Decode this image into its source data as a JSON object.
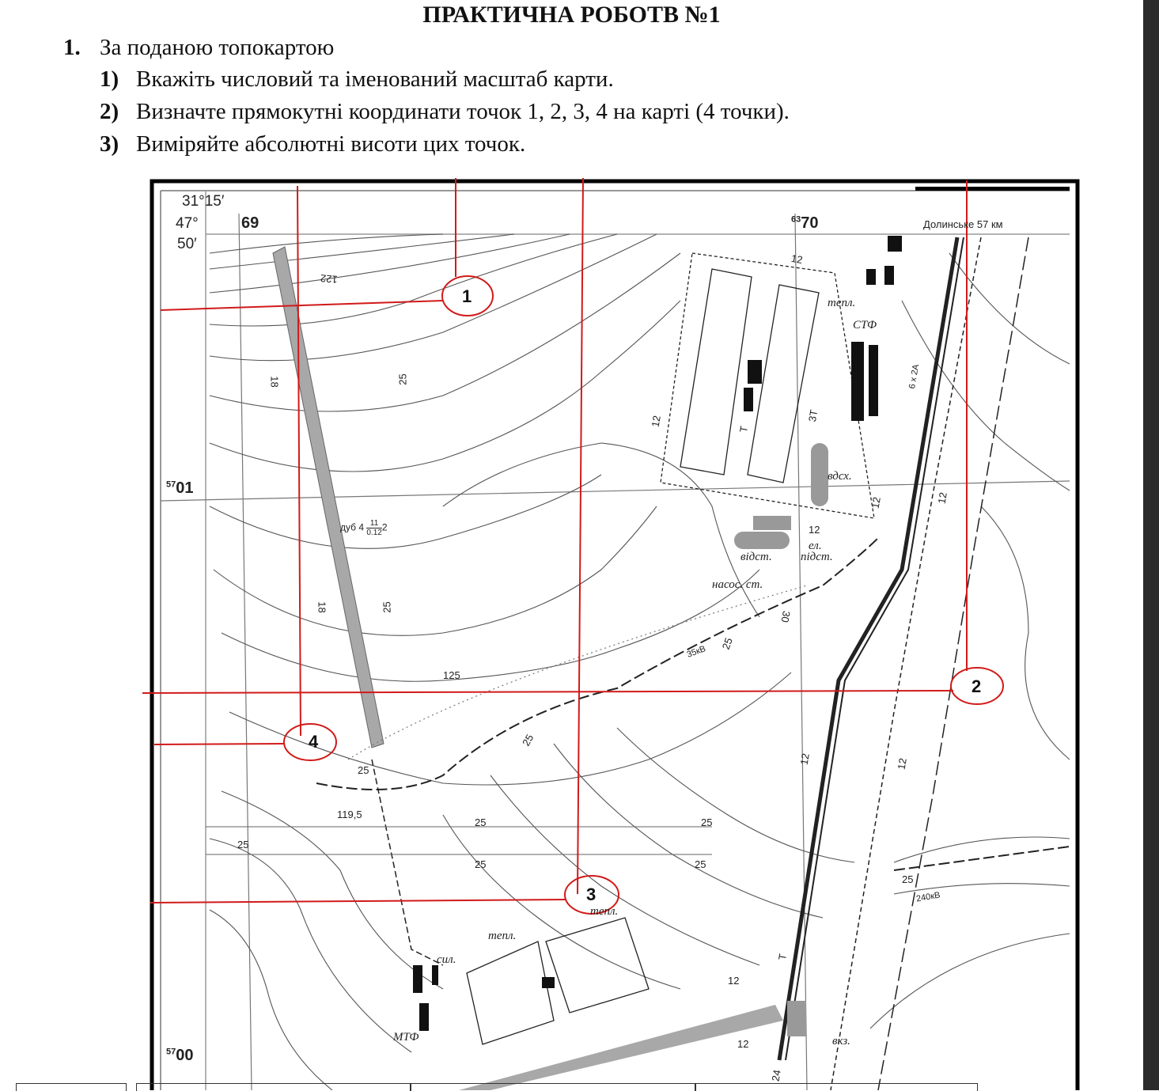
{
  "title": "ПРАКТИЧНА РОБОТВ №1",
  "task": {
    "number": "1.",
    "text": "За поданою топокартою",
    "items": [
      {
        "number": "1)",
        "text": "Вкажіть числовий та іменований масштаб карти."
      },
      {
        "number": "2)",
        "text": "Визначте прямокутні координати точок 1, 2, 3, 4 на карті (4 точки)."
      },
      {
        "number": "3)",
        "text": "Виміряйте абсолютні висоти цих точок."
      }
    ]
  },
  "map": {
    "corner": {
      "lon": "31°15′",
      "lat_deg": "47°",
      "lat_min": "50′"
    },
    "grid": {
      "x69": "69",
      "x70_prefix": "63",
      "x70": "70",
      "y01_prefix": "57",
      "y01": "01",
      "y00_prefix": "57",
      "y00": "00"
    },
    "direction_label": "Долинське 57 км",
    "points": [
      "1",
      "2",
      "3",
      "4"
    ],
    "labels": {
      "h122": "122",
      "h125": "125",
      "h119": "119,5",
      "r18a": "18",
      "r18b": "18",
      "r25a": "25",
      "r25b": "25",
      "r25c": "25",
      "r25d": "25",
      "r25e": "25",
      "r25f": "25",
      "r25g": "25",
      "r25h": "25",
      "r25i": "25",
      "r25j": "25",
      "r25k": "25",
      "r12a": "12",
      "r12b": "12",
      "r12c": "12",
      "r12d": "12",
      "r12e": "12",
      "r12f": "12",
      "r12g": "12",
      "r12h": "12",
      "r12i": "12",
      "forest": "дуб 4",
      "forest_frac_top": "11",
      "forest_frac_bottom": "0.12",
      "forest_after": "2",
      "kv35": "35кВ",
      "kv240": "240кВ",
      "stf": "СТФ",
      "tepl1": "тепл.",
      "tepl2": "тепл.",
      "tepl3": "тепл.",
      "vdsh": "вдсх.",
      "vidst": "відст.",
      "el": "ел.",
      "pidst": "підст.",
      "nasos": "насос. ст.",
      "mtf": "МТФ",
      "syl": "сил.",
      "vkz": "вкз.",
      "rail": "6 x 2A",
      "t1": "Т",
      "t2": "Т",
      "zt": "3Т",
      "h30": "30",
      "r24": "24"
    },
    "colors": {
      "annotation": "#d11a1a",
      "fill": "#a8a8a8"
    }
  }
}
